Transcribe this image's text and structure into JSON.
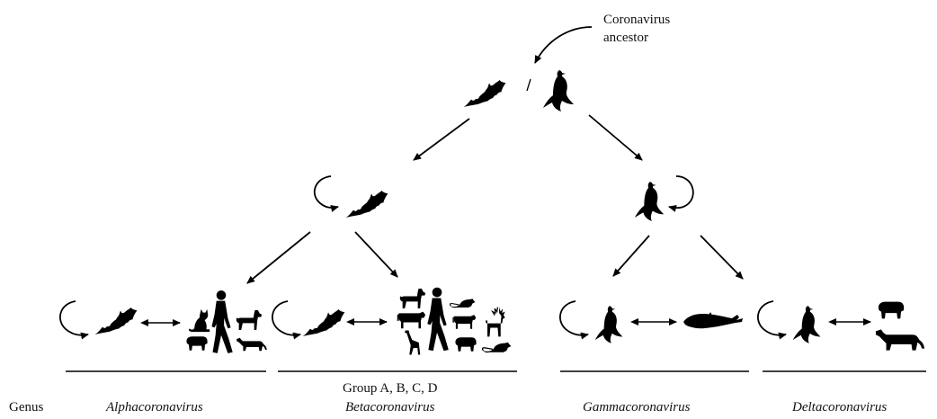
{
  "root": {
    "label_line1": "Coronavirus",
    "label_line2": "ancestor"
  },
  "genus_row": {
    "genus_word": "Genus",
    "alpha": "Alphacoronavirus",
    "beta_groups": "Group A, B, C, D",
    "beta": "Betacoronavirus",
    "gamma": "Gammacoronavirus",
    "delta": "Deltacoronavirus"
  },
  "colors": {
    "ink": "#000000",
    "background": "#ffffff"
  },
  "icons": {
    "bat": "bat-icon",
    "bird": "bird-icon",
    "human": "human-icon",
    "cat": "cat-icon",
    "dog": "dog-icon",
    "cattle": "cattle-icon",
    "deer": "deer-icon",
    "mouse": "mouse-icon",
    "giraffe": "giraffe-icon",
    "whale": "beluga-whale-icon",
    "pig": "pig-icon",
    "leopard": "leopard-cat-icon"
  }
}
